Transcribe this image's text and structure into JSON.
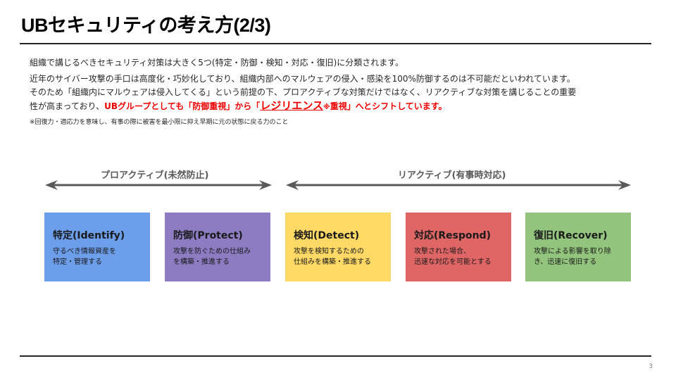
{
  "slide": {
    "title": "UBセキュリティの考え方(2/3)",
    "page_number": "3"
  },
  "body": {
    "line1": "組織で講じるべきセキュリティ対策は大きく5つ(特定・防御・検知・対応・復旧)に分類されます。",
    "line2": "近年のサイバー攻撃の手口は高度化・巧妙化しており、組織内部へのマルウェアの侵入・感染を100%防御するのは不可能だといわれています。",
    "line3": "そのため「組織内にマルウェアは侵入してくる」という前提の下、プロアクティブな対策だけではなく、リアクティブな対策を講じることの重要",
    "line4_prefix": "性が高まっており、",
    "line4_highlight1": "UBグループとしても「防御重視」から「",
    "line4_highlight_big": "レジリエンス",
    "line4_highlight_mark": "※",
    "line4_highlight2": "重視」へとシフトしています。",
    "footnote": "※回復力・適応力を意味し、有事の際に被害を最小限に抑え早期に元の状態に戻る力のこと"
  },
  "phases": [
    {
      "label": "プロアクティブ(未然防止)"
    },
    {
      "label": "リアクティブ(有事時対応)"
    }
  ],
  "functions": [
    {
      "title": "特定(Identify)",
      "desc": "守るべき情報資産を\n特定・管理する",
      "color": "#6d9eeb"
    },
    {
      "title": "防御(Protect)",
      "desc": "攻撃を防ぐための仕組み\nを構築・推進する",
      "color": "#8e7cc3"
    },
    {
      "title": "検知(Detect)",
      "desc": "攻撃を検知するための\n仕組みを構築・推進する",
      "color": "#ffd966"
    },
    {
      "title": "対応(Respond)",
      "desc": "攻撃された場合、\n迅速な対応を可能とする",
      "color": "#e06666"
    },
    {
      "title": "復旧(Recover)",
      "desc": "攻撃による影響を取り除\nき、迅速に復旧する",
      "color": "#93c47d"
    }
  ],
  "colors": {
    "highlight": "#ee0000",
    "arrow": "#595959"
  }
}
